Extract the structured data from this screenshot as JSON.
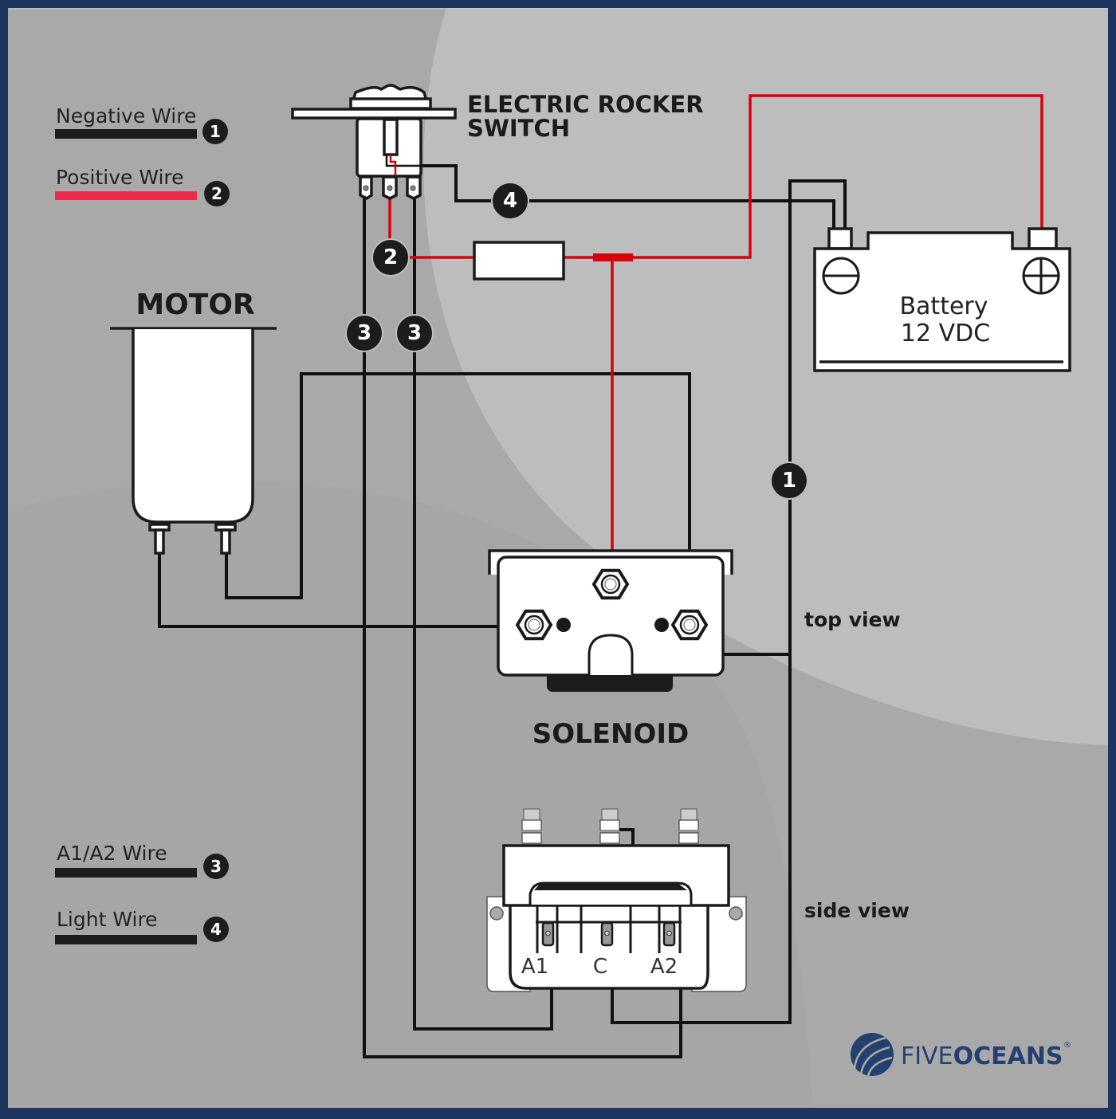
{
  "legend": {
    "items": [
      {
        "label": "Negative Wire",
        "number": "1",
        "color": "#1c1c1c"
      },
      {
        "label": "Positive Wire",
        "number": "2",
        "color": "#ee2a4a"
      },
      {
        "label": "A1/A2 Wire",
        "number": "3",
        "color": "#1c1c1c"
      },
      {
        "label": "Light Wire",
        "number": "4",
        "color": "#1c1c1c"
      }
    ]
  },
  "components": {
    "switch": {
      "title_line1": "ELECTRIC ROCKER",
      "title_line2": "SWITCH"
    },
    "motor": {
      "title": "MOTOR"
    },
    "battery": {
      "line1": "Battery",
      "line2": "12 VDC",
      "neg_symbol": "minus",
      "pos_symbol": "plus"
    },
    "solenoid": {
      "title": "SOLENOID",
      "top_view_label": "top view",
      "side_view_label": "side view",
      "terminals": [
        "A1",
        "C",
        "A2"
      ]
    }
  },
  "wire_badges": {
    "light": "4",
    "positive": "2",
    "a1": "3",
    "a2": "3",
    "negative": "1"
  },
  "brand": {
    "light": "FIVE",
    "bold": "OCEANS",
    "mark": "®",
    "color": "#24406e"
  },
  "colors": {
    "frame": "#1c3660",
    "bg_dark": "#a9a9a9",
    "bg_light": "#bdbdbd",
    "wire_black": "#111111",
    "wire_red": "#d8000c"
  }
}
